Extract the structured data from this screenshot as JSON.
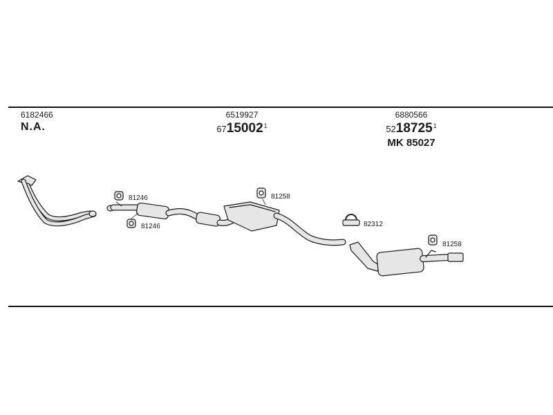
{
  "columns": [
    {
      "oem": "6182466",
      "note": "N.A."
    },
    {
      "oem": "6519927",
      "prefix": "67",
      "main": "15002",
      "sup": "1"
    },
    {
      "oem": "6880566",
      "prefix": "52",
      "main": "18725",
      "sup": "1",
      "extra": "MK 85027"
    }
  ],
  "callouts": {
    "a": "81246",
    "b": "81246",
    "c": "81258",
    "d": "82312",
    "e": "81258"
  },
  "colors": {
    "ink": "#1a1a1a",
    "part_fill": "#e6e6e6",
    "part_shade": "#c9c9c9"
  }
}
